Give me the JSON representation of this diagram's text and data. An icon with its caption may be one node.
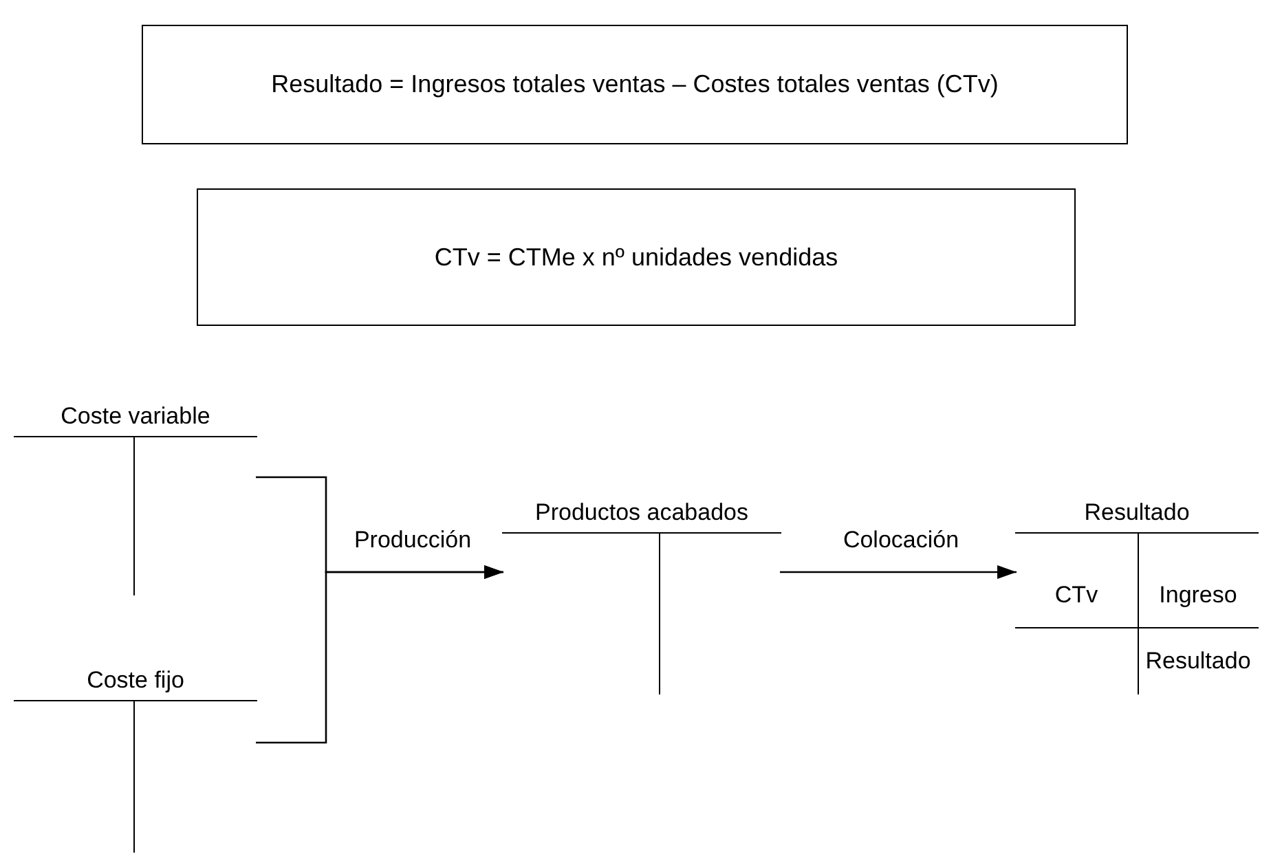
{
  "diagram": {
    "nodes": [
      {
        "text": [
          "Resultado = Ingresos totales ventas – Costes totales ventas (CTv)"
        ]
      },
      {
        "text": [
          "CTv = CTMe x nº unidades vendidas"
        ]
      },
      {
        "text": [
          "Coste variable"
        ]
      },
      {
        "text": [
          "Coste fijo"
        ]
      },
      {
        "text": [
          "Productos acabados"
        ]
      },
      {
        "text": [
          "Resultado",
          "CTv",
          "Ingreso",
          "Resultado"
        ]
      }
    ],
    "edges": [
      {
        "from": 2,
        "to": 4,
        "arrow": "to",
        "label": "Producción"
      },
      {
        "from": 3,
        "to": 4,
        "arrow": "to"
      },
      {
        "from": 4,
        "to": 5,
        "arrow": "to",
        "label": "Colocación"
      }
    ]
  }
}
